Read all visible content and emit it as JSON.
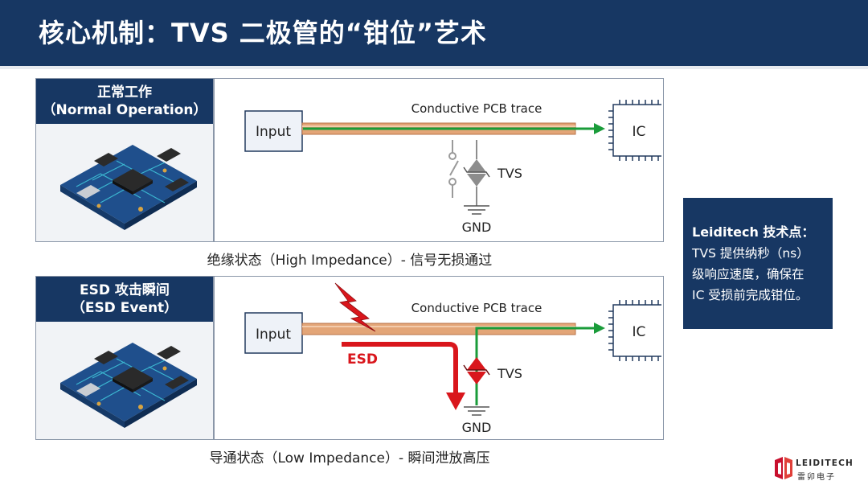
{
  "title": "核心机制：TVS 二极管的“钳位”艺术",
  "colors": {
    "navy": "#173763",
    "trace": "#e3a577",
    "signal": "#1a9c3a",
    "esd": "#d9161c",
    "tvs": "#8d8d8d"
  },
  "panels": [
    {
      "tag_line1": "正常工作",
      "tag_line2": "（Normal Operation）",
      "input_label": "Input",
      "trace_label": "Conductive PCB trace",
      "ic_label": "IC",
      "tvs_label": "TVS",
      "gnd_label": "GND",
      "caption": "绝缘状态（High Impedance）- 信号无损通过",
      "icons": [
        "pcb-board-icon",
        "switch-open-icon",
        "tvs-diode-icon",
        "ground-icon",
        "ic-chip-icon"
      ]
    },
    {
      "tag_line1": "ESD 攻击瞬间",
      "tag_line2": "（ESD Event）",
      "input_label": "Input",
      "trace_label": "Conductive PCB trace",
      "ic_label": "IC",
      "tvs_label": "TVS",
      "gnd_label": "GND",
      "esd_label": "ESD",
      "caption": "导通状态（Low Impedance）- 瞬间泄放高压",
      "icons": [
        "pcb-board-icon",
        "lightning-icon",
        "tvs-diode-icon",
        "ground-icon",
        "ic-chip-icon"
      ]
    }
  ],
  "note": {
    "title": "Leiditech 技术点：",
    "line1": "TVS 提供纳秒（ns）",
    "line2": "级响应速度，确保在",
    "line3": "IC 受损前完成钳位。"
  },
  "logo": {
    "brand": "LEIDITECH",
    "brand_cn": "雷卯电子",
    "icon": "leiditech-logo-icon"
  }
}
